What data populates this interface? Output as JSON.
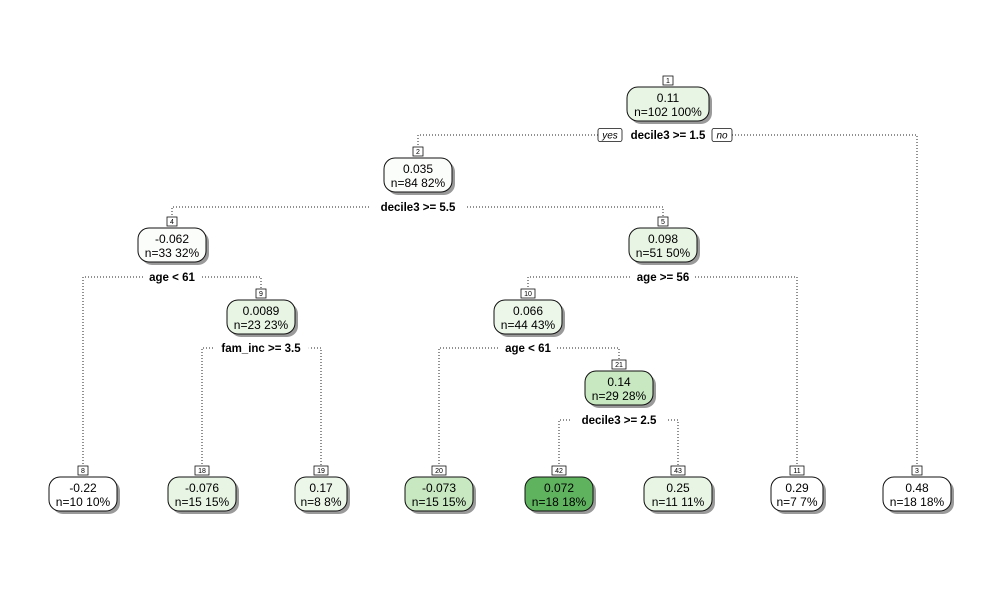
{
  "nodes": [
    {
      "id": "1",
      "value": "0.11",
      "stats": "n=102  100%",
      "fill": "#e8f5e4"
    },
    {
      "id": "2",
      "value": "0.035",
      "stats": "n=84  82%",
      "fill": "#fbfdfa"
    },
    {
      "id": "4",
      "value": "-0.062",
      "stats": "n=33  32%",
      "fill": "#fbfdfa"
    },
    {
      "id": "5",
      "value": "0.098",
      "stats": "n=51  50%",
      "fill": "#e8f5e4"
    },
    {
      "id": "9",
      "value": "0.0089",
      "stats": "n=23  23%",
      "fill": "#e8f5e4"
    },
    {
      "id": "10",
      "value": "0.066",
      "stats": "n=44  43%",
      "fill": "#ecf7e9"
    },
    {
      "id": "21",
      "value": "0.14",
      "stats": "n=29  28%",
      "fill": "#c7e8c0"
    },
    {
      "id": "8",
      "value": "-0.22",
      "stats": "n=10  10%",
      "fill": "#ffffff"
    },
    {
      "id": "18",
      "value": "-0.076",
      "stats": "n=15  15%",
      "fill": "#e8f5e4"
    },
    {
      "id": "19",
      "value": "0.17",
      "stats": "n=8  8%",
      "fill": "#ecf7e9"
    },
    {
      "id": "20",
      "value": "-0.073",
      "stats": "n=15  15%",
      "fill": "#c7e8c0"
    },
    {
      "id": "42",
      "value": "0.072",
      "stats": "n=18  18%",
      "fill": "#5fb35f"
    },
    {
      "id": "43",
      "value": "0.25",
      "stats": "n=11  11%",
      "fill": "#e8f5e4"
    },
    {
      "id": "11",
      "value": "0.29",
      "stats": "n=7  7%",
      "fill": "#ffffff"
    },
    {
      "id": "3",
      "value": "0.48",
      "stats": "n=18  18%",
      "fill": "#ffffff"
    }
  ],
  "splits": [
    {
      "node": "1",
      "label": "decile3 >= 1.5"
    },
    {
      "node": "2",
      "label": "decile3 >= 5.5"
    },
    {
      "node": "4",
      "label": "age < 61"
    },
    {
      "node": "5",
      "label": "age >= 56"
    },
    {
      "node": "9",
      "label": "fam_inc >= 3.5"
    },
    {
      "node": "10",
      "label": "age < 61"
    },
    {
      "node": "21",
      "label": "decile3 >= 2.5"
    }
  ],
  "branch_labels": {
    "yes": "yes",
    "no": "no"
  }
}
